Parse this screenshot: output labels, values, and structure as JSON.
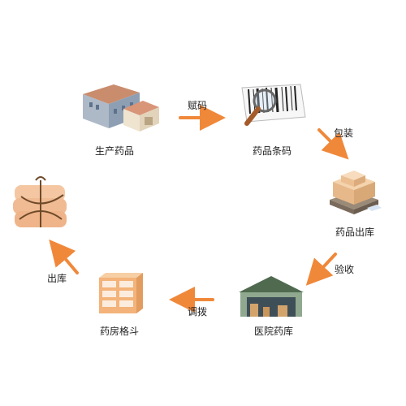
{
  "nodes": {
    "produce": "生产药品",
    "barcode": "药品条码",
    "warehouse_out": "药品出库",
    "hospital": "医院药库",
    "pharmacy": "药房格斗",
    "outbound_pack": ""
  },
  "edges": {
    "assign_code": "赋码",
    "packing": "包装",
    "inspect": "验收",
    "transfer": "调拨",
    "out": "出库"
  },
  "colors": {
    "arrow": "#f0883a",
    "cabinet": "#f3b37a",
    "building_roof": "#4f6a4f"
  }
}
